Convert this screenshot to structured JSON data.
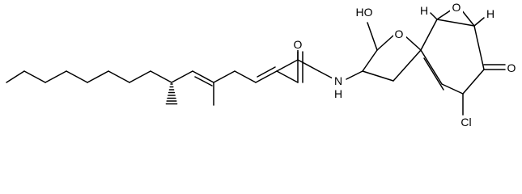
{
  "atom_labels": {
    "amide_o": "O",
    "nh": "N",
    "nh_h": "H",
    "ho": "HO",
    "ring_o": "O",
    "epoxide_o": "O",
    "ketone_o": "O",
    "cl": "Cl",
    "h_left": "H",
    "h_right": "H"
  }
}
